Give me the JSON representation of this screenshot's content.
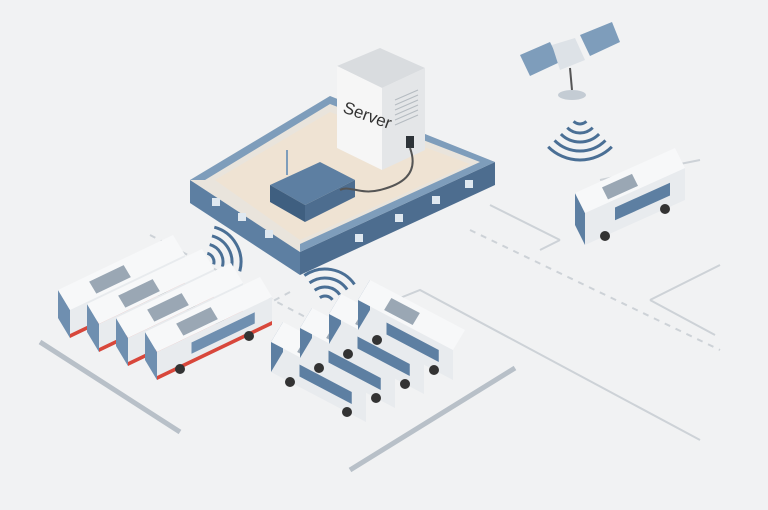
{
  "server": {
    "label": "Server"
  },
  "colors": {
    "background": "#f1f2f3",
    "blue": "#5d7fa2",
    "dark_blue": "#3f5f80",
    "red": "#d8473b",
    "road": "#c9ced3",
    "wifi": "#4a6f95"
  },
  "parking_left": {
    "bus_count": 4
  },
  "parking_middle": {
    "bus_count": 4
  },
  "road_bus": {
    "bus_count": 1
  }
}
